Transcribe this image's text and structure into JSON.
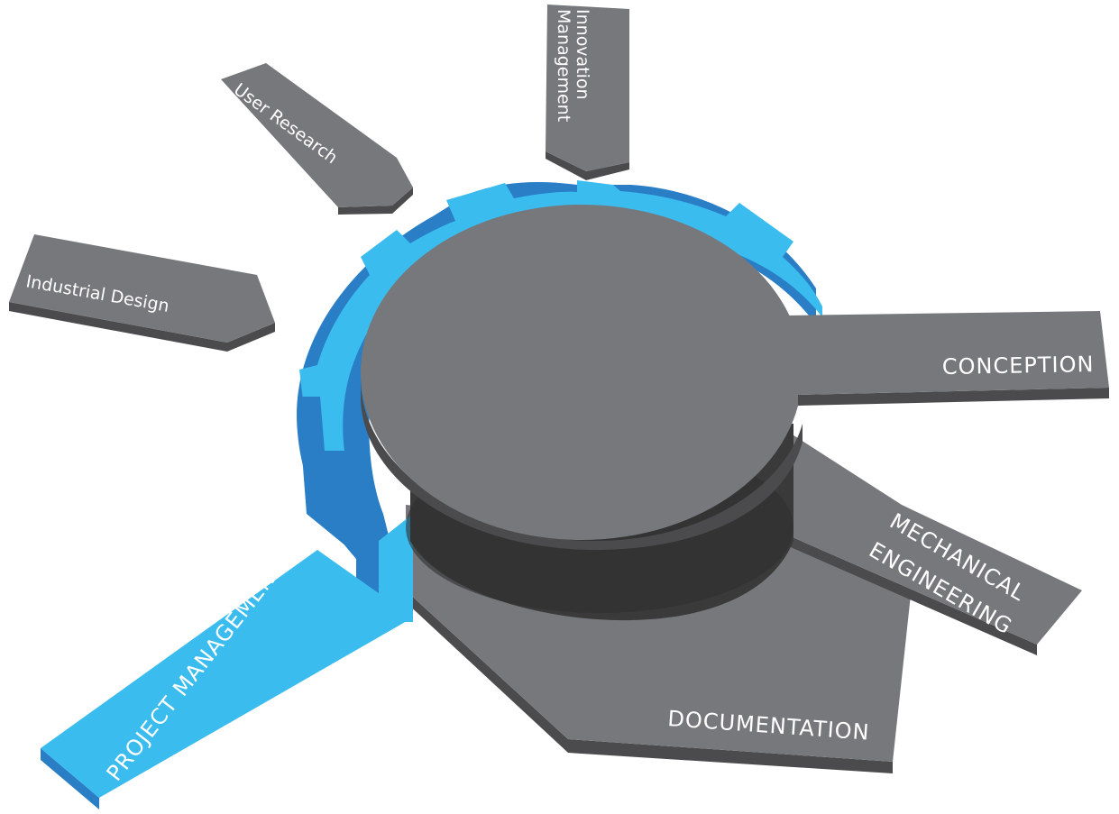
{
  "colors": {
    "background": "#ffffff",
    "gray_top": "#77787b",
    "gray_side": "#4b4b4d",
    "gray_dark": "#3a3a3b",
    "blue_top": "#3bbcef",
    "blue_side": "#2a7ec6",
    "label_text": "#ffffff"
  },
  "center": {
    "label": ""
  },
  "branches": {
    "innovation_line1": "Innovation",
    "innovation_line2": "Management",
    "user_research": "User Research",
    "industrial_design": "Industrial Design",
    "conception": "CONCEPTION",
    "mechanical_line1": "MECHANICAL",
    "mechanical_line2": "ENGINEERING",
    "documentation": "DOCUMENTATION",
    "project_management": "PROJECT MANAGEMENT"
  },
  "highlighted_branch": "project_management"
}
